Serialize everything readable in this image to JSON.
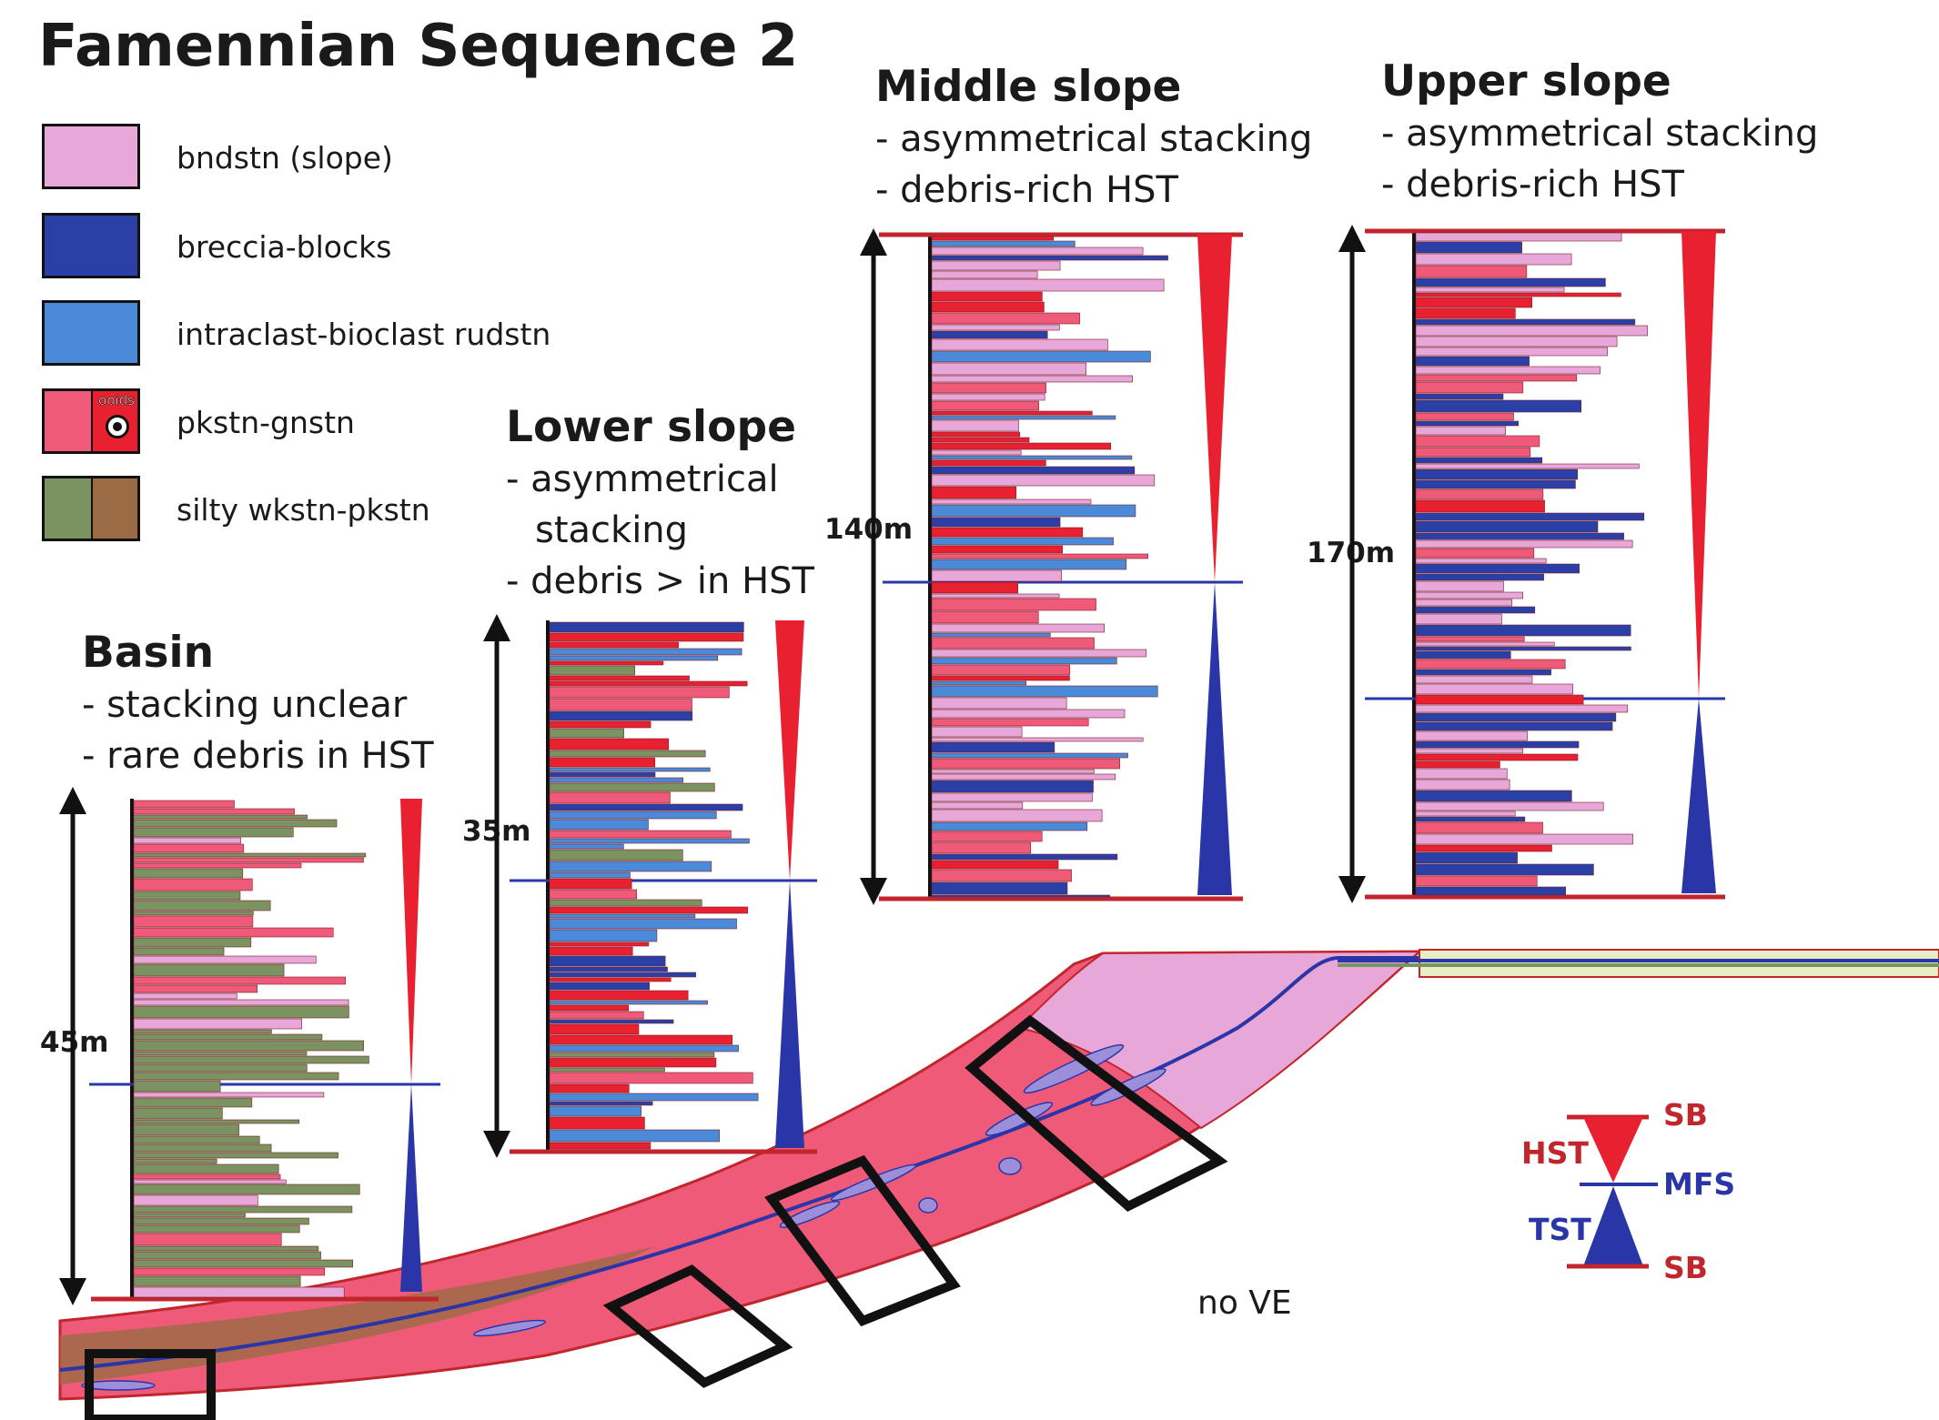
{
  "title": "Famennian Sequence 2",
  "legend": [
    {
      "label": "bndstn (slope)",
      "colors": [
        "#e7a7d8"
      ]
    },
    {
      "label": "breccia-blocks",
      "colors": [
        "#2b40a7"
      ]
    },
    {
      "label": "intraclast-bioclast rudstn",
      "colors": [
        "#4a8ad8"
      ]
    },
    {
      "label": "pkstn-gnstn",
      "colors": [
        "#ef5a78",
        "#e8202f"
      ],
      "inset": "ooids"
    },
    {
      "label": "silty wkstn-pkstn",
      "colors": [
        "#7b9361",
        "#9b6b45"
      ]
    }
  ],
  "sections": {
    "basin": {
      "heading": "Basin",
      "bullet1": "- stacking unclear",
      "bullet2": "- rare debris in HST",
      "thickness": "45m"
    },
    "lower": {
      "heading": "Lower slope",
      "bullet1": "- asymmetrical",
      "bullet1b": "stacking",
      "bullet2": "- debris > in HST",
      "thickness": "35m"
    },
    "middle": {
      "heading": "Middle slope",
      "bullet1": "- asymmetrical stacking",
      "bullet2": "- debris-rich HST",
      "thickness": "140m"
    },
    "upper": {
      "heading": "Upper slope",
      "bullet1": "- asymmetrical stacking",
      "bullet2": "- debris-rich HST",
      "thickness": "170m"
    }
  },
  "key": {
    "hst": "HST",
    "tst": "TST",
    "sb_top": "SB",
    "mfs": "MFS",
    "sb_bottom": "SB"
  },
  "scale_note": "no VE",
  "colors": {
    "bndstn": "#e7a7d8",
    "breccia": "#2b40a7",
    "rudstn": "#4a8ad8",
    "pkstn": "#ef5a78",
    "gnstn": "#e8202f",
    "silty_green": "#7b9361",
    "silty_brown": "#9b6b45",
    "boundary_red": "#c0262c",
    "mfs_blue": "#2a35a8"
  }
}
